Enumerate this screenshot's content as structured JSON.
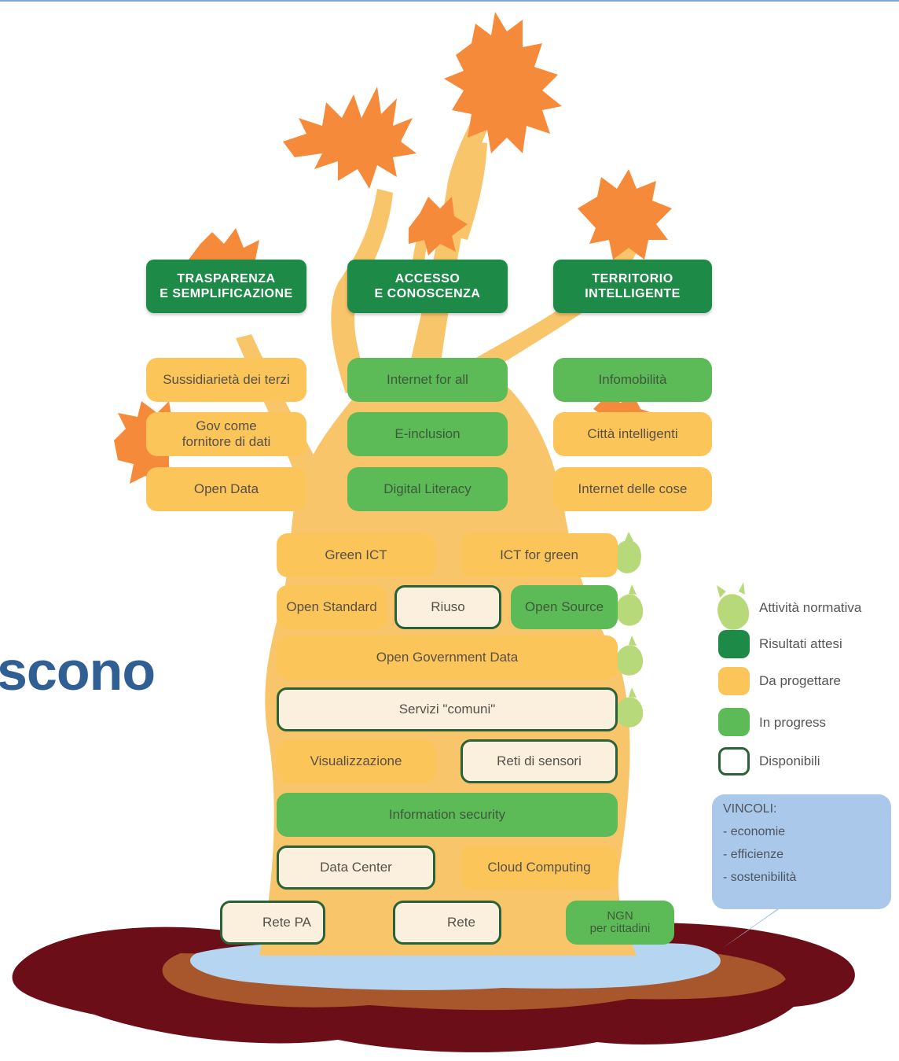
{
  "fragment_text": "scono",
  "categories": {
    "c1": "TRASPARENZA\nE SEMPLIFICAZIONE",
    "c2": "ACCESSO\nE CONOSCENZA",
    "c3": "TERRITORIO\nINTELLIGENTE"
  },
  "nodes": {
    "sussidiarieta": "Sussidiarietà dei terzi",
    "gov_come": "Gov come\nfornitore di dati",
    "open_data": "Open Data",
    "internet_for_all": "Internet for all",
    "e_inclusion": "E-inclusion",
    "digital_literacy": "Digital Literacy",
    "infomobilita": "Infomobilità",
    "citta_intelligenti": "Città intelligenti",
    "internet_delle_cose": "Internet delle cose",
    "green_ict": "Green ICT",
    "ict_for_green": "ICT for green",
    "open_standard": "Open Standard",
    "riuso": "Riuso",
    "open_source": "Open Source",
    "open_gov_data": "Open Government Data",
    "servizi_comuni": "Servizi \"comuni\"",
    "visualizzazione": "Visualizzazione",
    "reti_sensori": "Reti di sensori",
    "information_security": "Information security",
    "data_center": "Data Center",
    "cloud_computing": "Cloud Computing",
    "rete_pa": "Rete PA",
    "rete": "Rete",
    "ngn": "NGN\nper cittadini"
  },
  "legend": {
    "attivita": "Attività normativa",
    "risultati": "Risultati attesi",
    "progettare": "Da progettare",
    "progress": "In progress",
    "disponibili": "Disponibili"
  },
  "vincoli": {
    "title": "VINCOLI:",
    "items": [
      "- economie",
      "- efficienze",
      "- sostenibilità"
    ]
  },
  "colors": {
    "risultati_attesi": "#1e8a48",
    "da_progettare": "#fcc55a",
    "in_progress": "#5cba57",
    "disponibili_fill": "#faf0dd",
    "disponibili_border": "#2a6238",
    "trunk": "#f9c56b",
    "foliage": "#f58a3a",
    "leaf": "#b7d97a",
    "vincoli_bg": "#a9c8ea",
    "ground_dark": "#6b0e18",
    "ground_mid": "#a8562b",
    "water": "#b5d5f0"
  }
}
